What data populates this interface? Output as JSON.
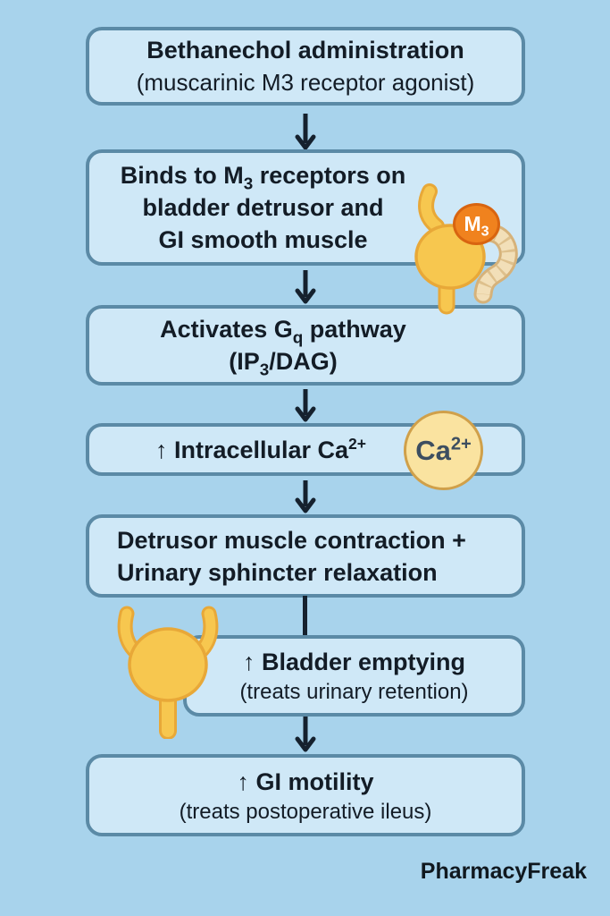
{
  "colors": {
    "background": "#a8d3ec",
    "box_fill": "#cfe8f7",
    "box_border": "#5b8aa6",
    "arrow": "#15212e",
    "text": "#131c26",
    "bladder_fill": "#f7c74f",
    "bladder_outline": "#e8a838",
    "m3_badge_fill": "#f0821e",
    "m3_badge_border": "#d86410",
    "m3_badge_text": "#ffffff",
    "ca_badge_fill": "#fae3a0",
    "ca_badge_border": "#d0a04a",
    "ca_badge_text": "#3d4e60",
    "intestine_fill": "#f2dfb8",
    "intestine_outline": "#d6b27a"
  },
  "steps": {
    "step1": {
      "line1": "Bethanechol administration",
      "line2": "(muscarinic M3 receptor agonist)"
    },
    "step2": {
      "line1_pre": "Binds to M",
      "line1_sub": "3",
      "line1_post": " receptors on",
      "line2": "bladder detrusor and",
      "line3": "GI smooth muscle"
    },
    "step3": {
      "line1_pre": "Activates G",
      "line1_sub": "q",
      "line1_post": " pathway",
      "line2_pre": "(IP",
      "line2_sub": "3",
      "line2_post": "/DAG)"
    },
    "step4": {
      "line1_pre": "↑ Intracellular Ca",
      "line1_sup": "2+"
    },
    "step5": {
      "line1": "Detrusor muscle contraction +",
      "line2": "Urinary sphincter relaxation"
    },
    "step6": {
      "line1": "↑ Bladder emptying",
      "line2": "(treats urinary retention)"
    },
    "step7": {
      "line1": "↑ GI motility",
      "line2": "(treats postoperative ileus)"
    }
  },
  "badges": {
    "m3": {
      "pre": "M",
      "sub": "3"
    },
    "ca": {
      "pre": "Ca",
      "sup": "2+"
    }
  },
  "icons": [
    "bladder-intestine-icon",
    "m3-receptor-badge",
    "ca-ion-badge",
    "bladder-icon",
    "arrow-down-icon"
  ],
  "watermark": "PharmacyFreak"
}
